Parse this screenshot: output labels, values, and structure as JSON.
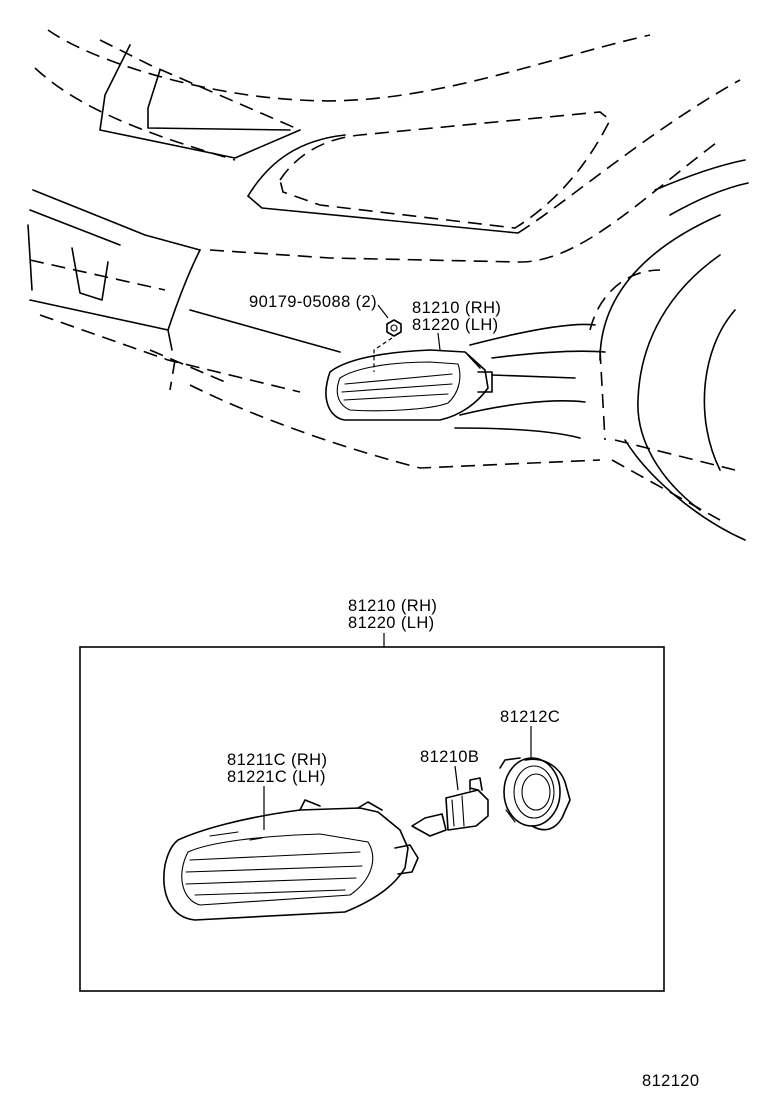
{
  "callouts": {
    "nut_part": "90179-05088 (2)",
    "top_assy_rh": "81210 (RH)",
    "top_assy_lh": "81220 (LH)",
    "box_assy_rh": "81210 (RH)",
    "box_assy_lh": "81220 (LH)",
    "lens_rh": "81211C (RH)",
    "lens_lh": "81221C (LH)",
    "bulb": "81210B",
    "socket": "81212C"
  },
  "figure_number": "812120"
}
